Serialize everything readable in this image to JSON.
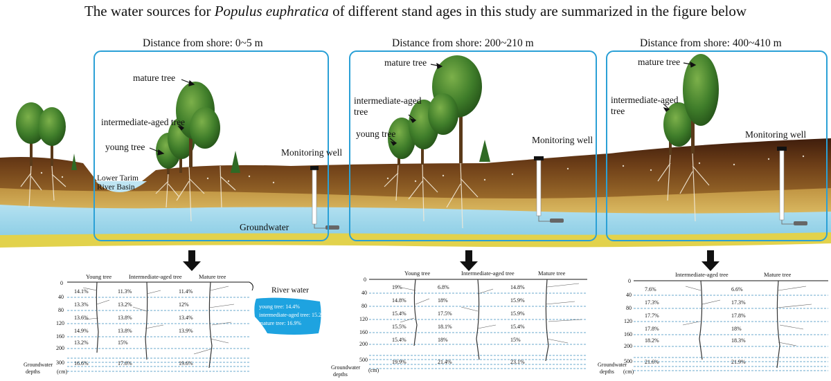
{
  "title_prefix": "The water sources for ",
  "title_species": "Populus euphratica",
  "title_suffix": " of different stand ages in this study are summarized in the figure below",
  "panels": [
    {
      "distance": "Distance from shore: 0~5 m"
    },
    {
      "distance": "Distance from shore: 200~210 m"
    },
    {
      "distance": "Distance from shore: 400~410 m"
    }
  ],
  "labels": {
    "mature": "mature tree",
    "intermediate": "intermediate-aged tree",
    "intermediate_line1": "intermediate-aged",
    "intermediate_line2": "tree",
    "young": "young tree",
    "well": "Monitoring well",
    "basin_line1": "Lower Tarim",
    "basin_line2": "River Basin",
    "groundwater": "Groundwater"
  },
  "tables": {
    "depth_ticks": [
      "0",
      "40",
      "80",
      "120",
      "160",
      "200"
    ],
    "depth_label_line1": "Groundwater",
    "depth_label_line2": "depths",
    "unit": "(cm)",
    "t1": {
      "headers": [
        "Young tree",
        "Intermediate-aged tree",
        "Mature tree"
      ],
      "deep_tick": "300",
      "rows": [
        [
          "14.1%",
          "11.3%",
          "11.4%"
        ],
        [
          "13.3%",
          "13.2%",
          "12%"
        ],
        [
          "13.6%",
          "13.8%",
          "13.4%"
        ],
        [
          "14.9%",
          "13.8%",
          "13.9%"
        ],
        [
          "13.2%",
          "15%",
          ""
        ],
        [
          "16.6%",
          "17.6%",
          "19.6%"
        ]
      ],
      "river_water": {
        "title": "River water",
        "young": "young tree: 14.4%",
        "intermediate": "intermediate-aged tree: 15.2%",
        "mature": "mature tree: 16.9%"
      }
    },
    "t2": {
      "headers": [
        "Young tree",
        "Intermediate-aged tree",
        "Mature tree"
      ],
      "deep_tick": "500",
      "rows": [
        [
          "19%",
          "6.8%",
          "14.8%"
        ],
        [
          "14.8%",
          "18%",
          "15.9%"
        ],
        [
          "15.4%",
          "17.5%",
          "15.9%"
        ],
        [
          "15.5%",
          "18.1%",
          "15.4%"
        ],
        [
          "15.4%",
          "18%",
          "15%"
        ],
        [
          "19.9%",
          "21.4%",
          "23.1%"
        ]
      ]
    },
    "t3": {
      "headers": [
        "Intermediate-aged tree",
        "Mature tree"
      ],
      "deep_tick": "500",
      "rows": [
        [
          "7.6%",
          "6.6%"
        ],
        [
          "17.3%",
          "17.3%"
        ],
        [
          "17.7%",
          "17.8%"
        ],
        [
          "17.8%",
          "18%"
        ],
        [
          "18.2%",
          "18.3%"
        ],
        [
          "21.6%",
          "21.9%"
        ]
      ]
    }
  },
  "colors": {
    "panel_border": "#2aa0d6",
    "sky_water": "#a9dcee",
    "soil_top": "#4a2410",
    "soil_mid": "#7a4a1c",
    "soil_sand": "#c9a14a",
    "ground_yellow": "#e3d24a",
    "foliage": "#3f7d2a",
    "river_blob": "#1ea3e0"
  }
}
